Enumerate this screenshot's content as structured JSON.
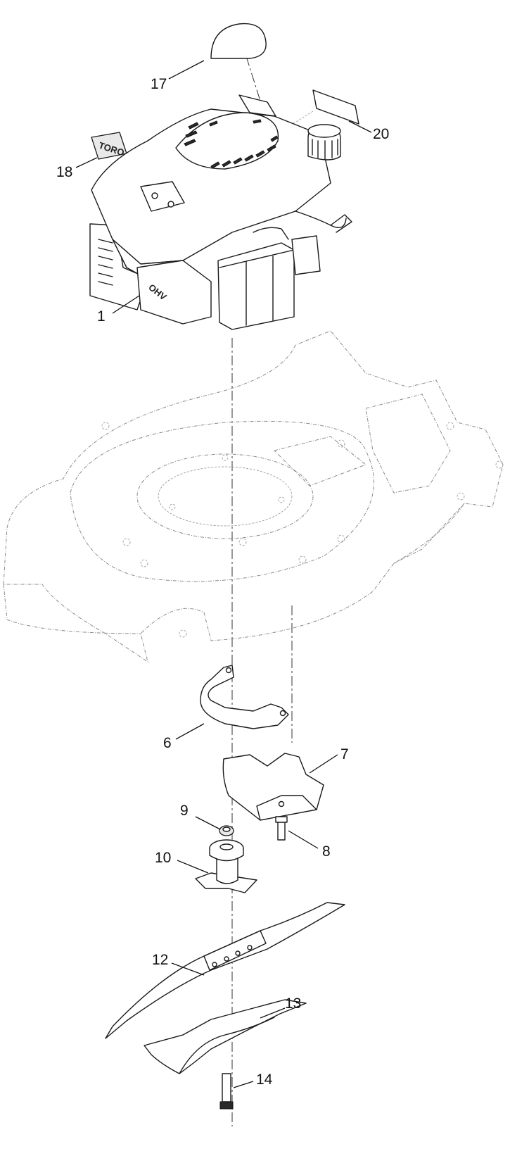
{
  "callouts": [
    {
      "id": "1",
      "label": "1"
    },
    {
      "id": "6",
      "label": "6"
    },
    {
      "id": "7",
      "label": "7"
    },
    {
      "id": "8",
      "label": "8"
    },
    {
      "id": "9",
      "label": "9"
    },
    {
      "id": "10",
      "label": "10"
    },
    {
      "id": "12",
      "label": "12"
    },
    {
      "id": "13",
      "label": "13"
    },
    {
      "id": "14",
      "label": "14"
    },
    {
      "id": "17",
      "label": "17"
    },
    {
      "id": "18",
      "label": "18"
    },
    {
      "id": "20",
      "label": "20"
    }
  ],
  "engine": {
    "decal_brand": "TORO",
    "valve_mark": "OHV"
  }
}
